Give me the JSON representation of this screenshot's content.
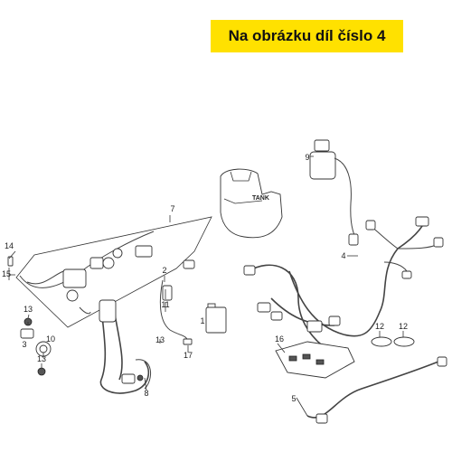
{
  "banner": {
    "text": "Na obrázku díl číslo 4",
    "color": "#ffe100"
  },
  "tank_label": "TANK",
  "callouts": {
    "c1": "1",
    "c2": "2",
    "c3": "3",
    "c4": "4",
    "c5": "5",
    "c7": "7",
    "c8": "8",
    "c9": "9",
    "c10": "10",
    "c11": "11",
    "c12a": "12",
    "c12b": "12",
    "c13a": "13",
    "c13b": "13",
    "c14": "14",
    "c15": "15",
    "c16": "16",
    "c17": "17"
  }
}
